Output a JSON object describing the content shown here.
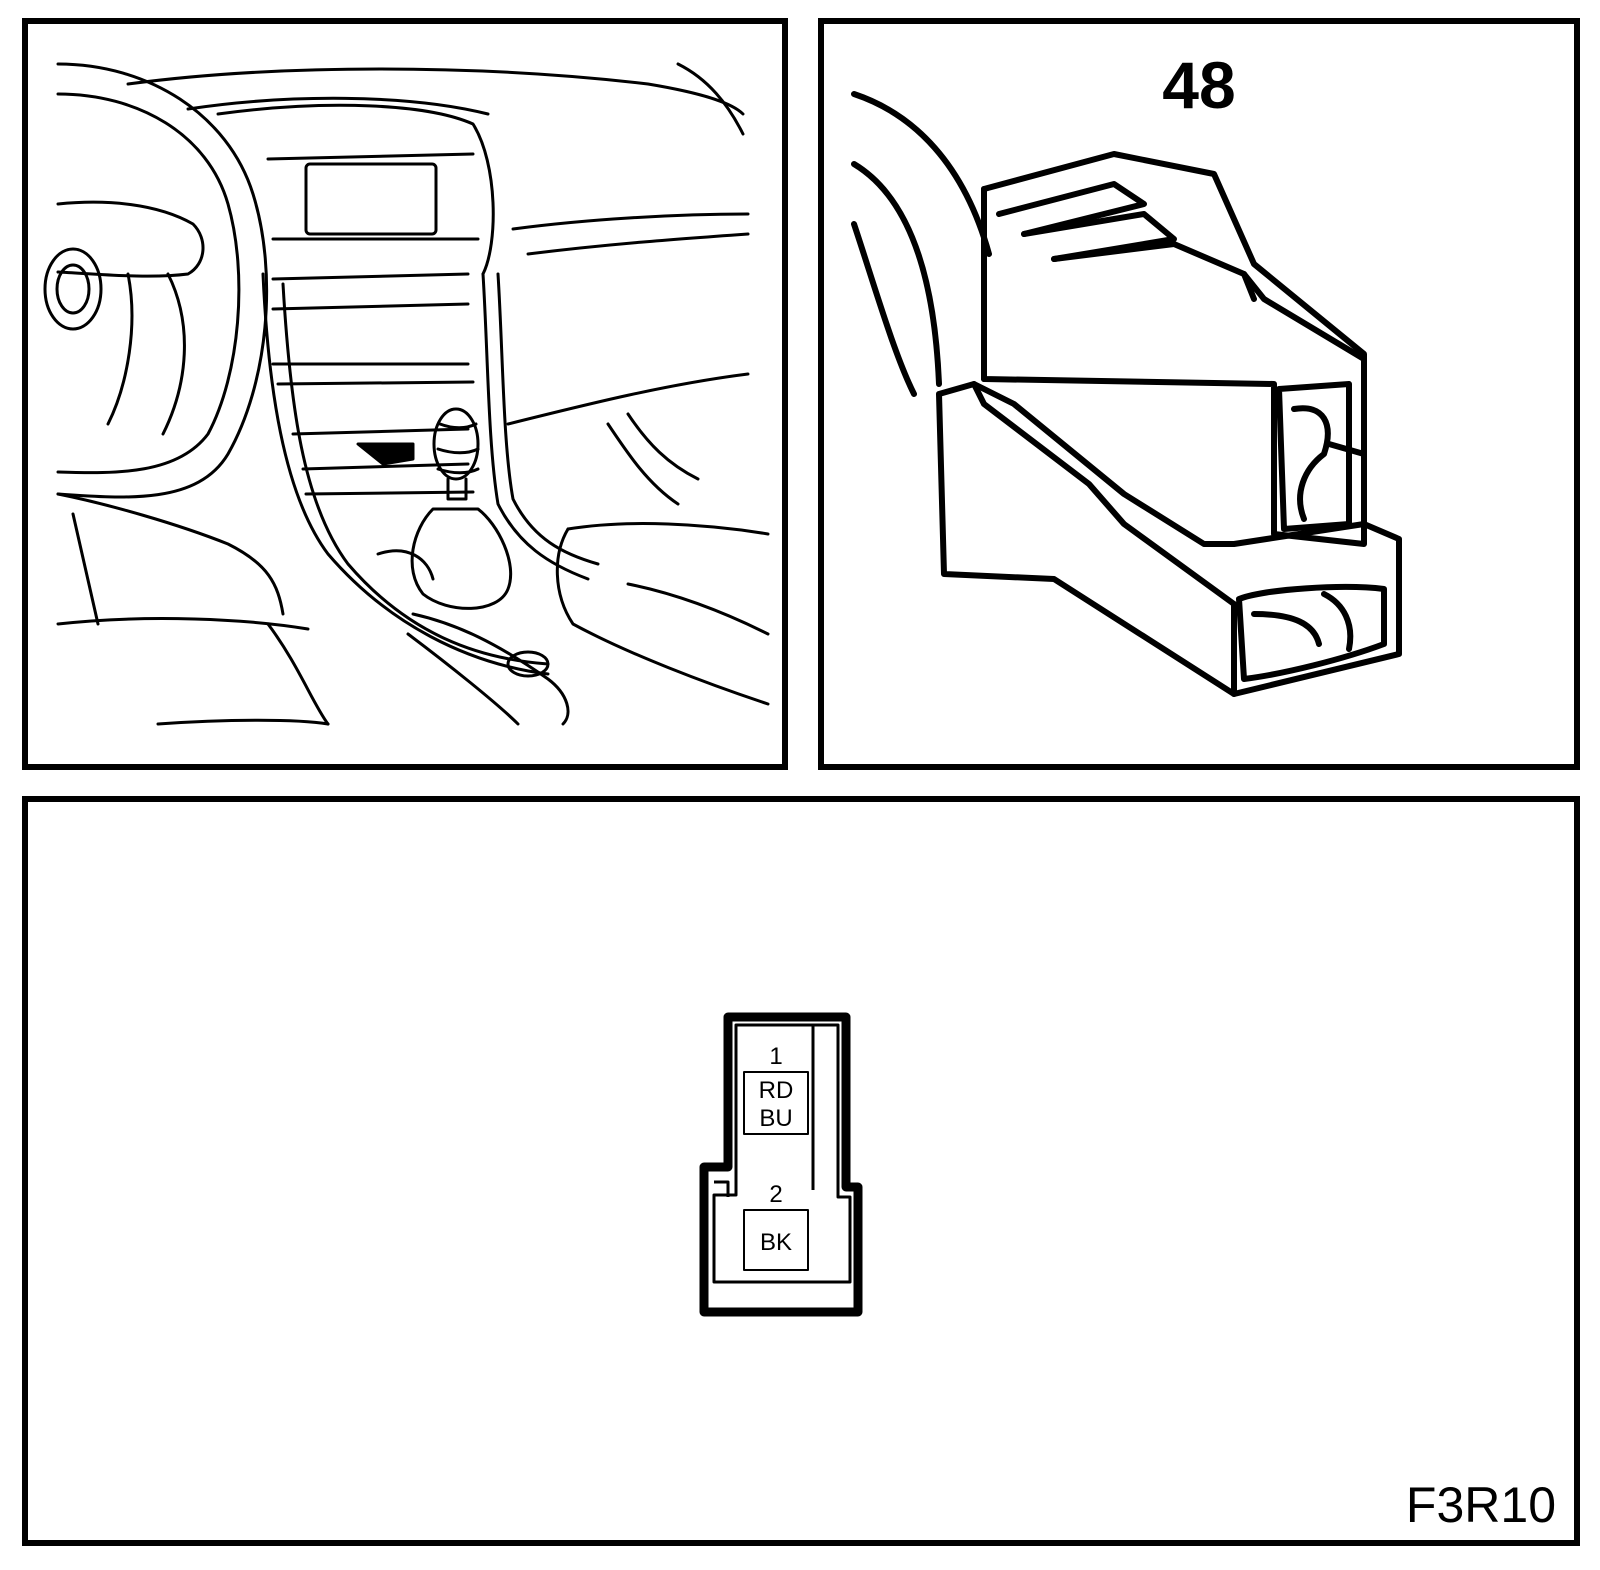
{
  "panels": {
    "interior": {
      "drawing": "car-interior-center-console"
    },
    "connector": {
      "number": "48",
      "drawing": "two-pin-connector"
    },
    "pinout": {
      "figure_code": "F3R10",
      "pins": [
        {
          "number": "1",
          "color_line1": "RD",
          "color_line2": "BU"
        },
        {
          "number": "2",
          "color_line1": "BK",
          "color_line2": ""
        }
      ]
    }
  },
  "colors": {
    "line": "#000000",
    "background": "#ffffff"
  }
}
